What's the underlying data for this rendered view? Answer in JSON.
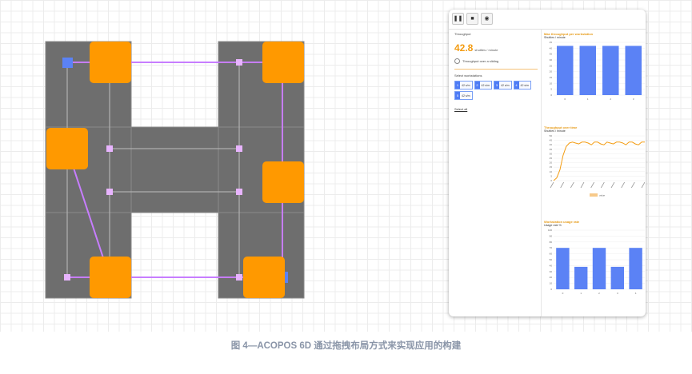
{
  "colors": {
    "track": "#6e6e6e",
    "mover": "#ff9900",
    "path": "#c77dff",
    "node": "#e8b4ff",
    "accent": "#f39c12",
    "bar": "#5b82f5"
  },
  "toolbar": {
    "pause_icon": "pause-icon",
    "stop_icon": "stop-icon",
    "view_icon": "eye-icon"
  },
  "throughput": {
    "label": "Throughput",
    "value": "42.8",
    "unit": "shuttles / minute",
    "toggle_label": "Throughput over a sliding"
  },
  "workstations": {
    "label": "Select workstations",
    "items": [
      {
        "num": "1",
        "text": "42 s/m"
      },
      {
        "num": "2",
        "text": "42 s/m"
      },
      {
        "num": "3",
        "text": "42 s/m"
      },
      {
        "num": "4",
        "text": "42 s/m"
      },
      {
        "num": "5",
        "text": "42 s/m"
      }
    ],
    "select_all": "Select all"
  },
  "charts": {
    "max": {
      "title": "Max throughput per workstation",
      "unit": "Shuttles / minute"
    },
    "time": {
      "title": "Throughput over time",
      "unit": "Shuttles / minute",
      "legend": "value"
    },
    "usage": {
      "title": "Workstation usage rate",
      "unit": "Usage rate %"
    }
  },
  "chart_data": [
    {
      "type": "bar",
      "title": "Max throughput per workstation",
      "ylabel": "Shuttles / minute",
      "categories": [
        "0",
        "1",
        "2",
        "3"
      ],
      "values": [
        42,
        42,
        42,
        42
      ],
      "ylim": [
        0,
        45
      ],
      "yticks": [
        "0",
        "5",
        "10",
        "15",
        "20",
        "25",
        "30",
        "35",
        "40",
        "45"
      ]
    },
    {
      "type": "line",
      "title": "Throughput over time",
      "ylabel": "Shuttles / minute",
      "values": [
        0,
        3,
        12,
        28,
        38,
        42,
        43,
        42,
        41,
        43,
        43,
        42,
        40,
        43,
        43,
        41,
        40,
        43,
        42,
        41,
        43,
        43,
        42,
        40,
        43,
        43,
        41,
        40,
        43,
        43
      ],
      "ylim": [
        0,
        50
      ],
      "yticks": [
        "0",
        "5",
        "10",
        "15",
        "20",
        "25",
        "30",
        "35",
        "40",
        "45",
        "50"
      ],
      "legend": "value"
    },
    {
      "type": "bar",
      "title": "Workstation usage rate",
      "ylabel": "Usage rate %",
      "categories": [
        "0",
        "1",
        "2",
        "3",
        "4"
      ],
      "values": [
        70,
        38,
        70,
        38,
        70
      ],
      "ylim": [
        0,
        100
      ],
      "yticks": [
        "0",
        "10",
        "20",
        "30",
        "40",
        "50",
        "60",
        "70",
        "80",
        "90",
        "100"
      ]
    }
  ],
  "caption": "图 4—ACOPOS 6D 通过拖拽布局方式来实现应用的构建"
}
